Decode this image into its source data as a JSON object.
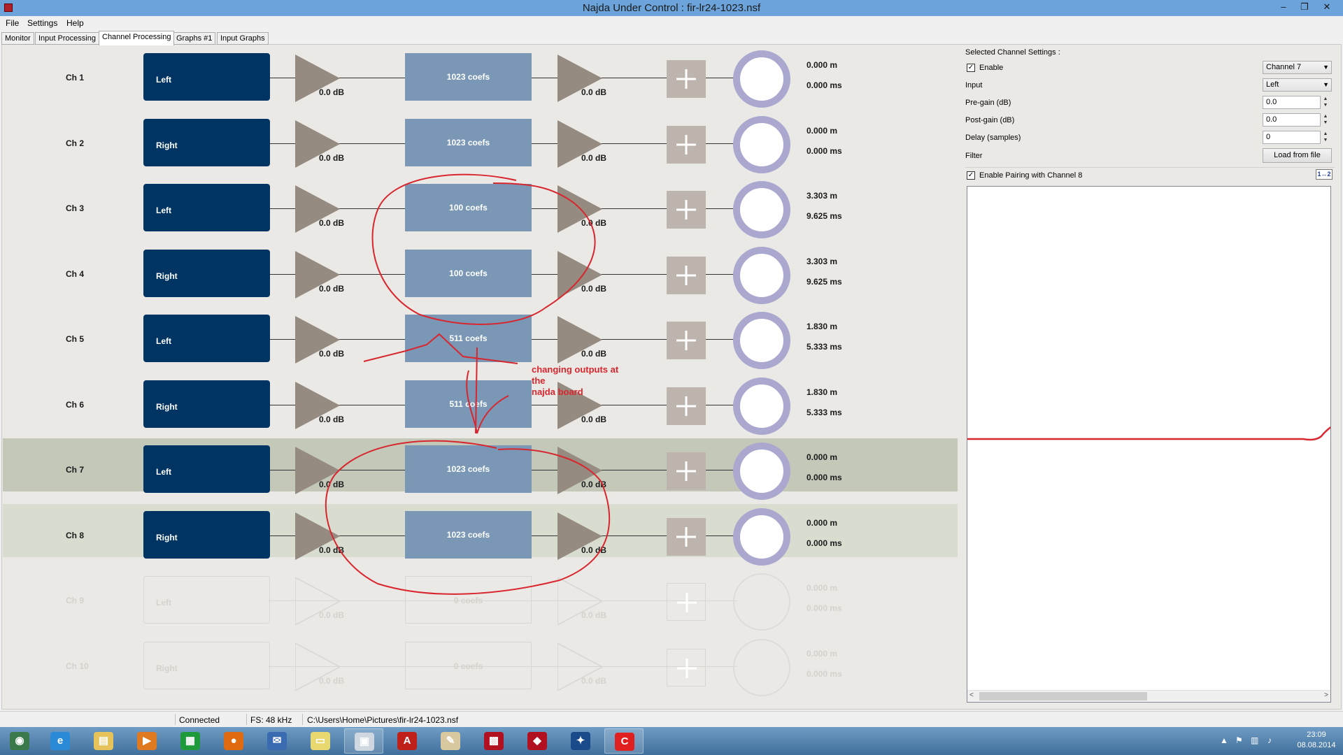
{
  "window": {
    "title": "Najda Under Control : fir-lr24-1023.nsf",
    "minimize": "–",
    "maximize": "❐",
    "close": "✕"
  },
  "menu": [
    "File",
    "Settings",
    "Help"
  ],
  "tabs": [
    {
      "label": "Monitor",
      "active": false
    },
    {
      "label": "Input Processing",
      "active": false
    },
    {
      "label": "Channel Processing",
      "active": true
    },
    {
      "label": "Graphs #1",
      "active": false
    },
    {
      "label": "Input Graphs",
      "active": false
    }
  ],
  "channels": [
    {
      "name": "Ch 1",
      "source": "Left",
      "pre_gain": "0.0 dB",
      "filter": "1023 coefs",
      "post_gain": "0.0 dB",
      "distance": "0.000 m",
      "delay": "0.000 ms",
      "enabled": true
    },
    {
      "name": "Ch 2",
      "source": "Right",
      "pre_gain": "0.0 dB",
      "filter": "1023 coefs",
      "post_gain": "0.0 dB",
      "distance": "0.000 m",
      "delay": "0.000 ms",
      "enabled": true
    },
    {
      "name": "Ch 3",
      "source": "Left",
      "pre_gain": "0.0 dB",
      "filter": "100 coefs",
      "post_gain": "0.0 dB",
      "distance": "3.303 m",
      "delay": "9.625 ms",
      "enabled": true
    },
    {
      "name": "Ch 4",
      "source": "Right",
      "pre_gain": "0.0 dB",
      "filter": "100 coefs",
      "post_gain": "0.0 dB",
      "distance": "3.303 m",
      "delay": "9.625 ms",
      "enabled": true
    },
    {
      "name": "Ch 5",
      "source": "Left",
      "pre_gain": "0.0 dB",
      "filter": "511 coefs",
      "post_gain": "0.0 dB",
      "distance": "1.830 m",
      "delay": "5.333 ms",
      "enabled": true
    },
    {
      "name": "Ch 6",
      "source": "Right",
      "pre_gain": "0.0 dB",
      "filter": "511 coefs",
      "post_gain": "0.0 dB",
      "distance": "1.830 m",
      "delay": "5.333 ms",
      "enabled": true
    },
    {
      "name": "Ch 7",
      "source": "Left",
      "pre_gain": "0.0 dB",
      "filter": "1023 coefs",
      "post_gain": "0.0 dB",
      "distance": "0.000 m",
      "delay": "0.000 ms",
      "enabled": true,
      "selected": "primary"
    },
    {
      "name": "Ch 8",
      "source": "Right",
      "pre_gain": "0.0 dB",
      "filter": "1023 coefs",
      "post_gain": "0.0 dB",
      "distance": "0.000 m",
      "delay": "0.000 ms",
      "enabled": true,
      "selected": "paired"
    },
    {
      "name": "Ch 9",
      "source": "Left",
      "pre_gain": "0.0 dB",
      "filter": "0 coefs",
      "post_gain": "0.0 dB",
      "distance": "0.000 m",
      "delay": "0.000 ms",
      "enabled": false
    },
    {
      "name": "Ch 10",
      "source": "Right",
      "pre_gain": "0.0 dB",
      "filter": "0 coefs",
      "post_gain": "0.0 dB",
      "distance": "0.000 m",
      "delay": "0.000 ms",
      "enabled": false
    }
  ],
  "settings": {
    "header": "Selected Channel Settings :",
    "enable_label": "Enable",
    "enable_checked": true,
    "channel_select": "Channel 7",
    "input_label": "Input",
    "input_value": "Left",
    "pregain_label": "Pre-gain (dB)",
    "pregain_value": "0.0",
    "postgain_label": "Post-gain (dB)",
    "postgain_value": "0.0",
    "delay_label": "Delay (samples)",
    "delay_value": "0",
    "filter_label": "Filter",
    "load_button": "Load from file",
    "pairing_label": "Enable Pairing with Channel 8",
    "pairing_checked": true,
    "pairing_button": "1↔2"
  },
  "annotation": {
    "text_lines": [
      "changing outputs at",
      "the",
      "najda board"
    ],
    "color": "#d9262e"
  },
  "status": {
    "connection": "Connected",
    "sample_rate": "FS: 48 kHz",
    "file_path": "C:\\Users\\Home\\Pictures\\fir-lr24-1023.nsf"
  },
  "taskbar": {
    "apps": [
      {
        "icon": "start-orb-icon",
        "glyph": "◉",
        "color": "#3a7a4a",
        "open": false
      },
      {
        "icon": "internet-explorer-icon",
        "glyph": "e",
        "color": "#2a8ad8",
        "open": false
      },
      {
        "icon": "file-explorer-icon",
        "glyph": "▤",
        "color": "#e6c25a",
        "open": false
      },
      {
        "icon": "media-player-icon",
        "glyph": "▶",
        "color": "#e07a20",
        "open": false
      },
      {
        "icon": "store-icon",
        "glyph": "▦",
        "color": "#1f9a3a",
        "open": false
      },
      {
        "icon": "firefox-icon",
        "glyph": "●",
        "color": "#e06a10",
        "open": false
      },
      {
        "icon": "thunderbird-icon",
        "glyph": "✉",
        "color": "#3a6ab0",
        "open": false
      },
      {
        "icon": "sticky-notes-icon",
        "glyph": "▭",
        "color": "#e8d870",
        "open": false
      },
      {
        "icon": "najda-window-icon",
        "glyph": "▣",
        "color": "#cfd8e0",
        "open": true
      },
      {
        "icon": "acrobat-reader-icon",
        "glyph": "A",
        "color": "#c0201a",
        "open": false
      },
      {
        "icon": "paint-icon",
        "glyph": "✎",
        "color": "#d8c8a0",
        "open": false
      },
      {
        "icon": "grid-app-icon",
        "glyph": "▩",
        "color": "#b01020",
        "open": false
      },
      {
        "icon": "diamond-app-icon",
        "glyph": "◆",
        "color": "#b01020",
        "open": false
      },
      {
        "icon": "design-app-icon",
        "glyph": "✦",
        "color": "#1a4a8a",
        "open": false
      },
      {
        "icon": "red-c-app-icon",
        "glyph": "C",
        "color": "#e02020",
        "open": true
      }
    ],
    "tray_time": "23:09",
    "tray_date": "08.08.2014"
  }
}
